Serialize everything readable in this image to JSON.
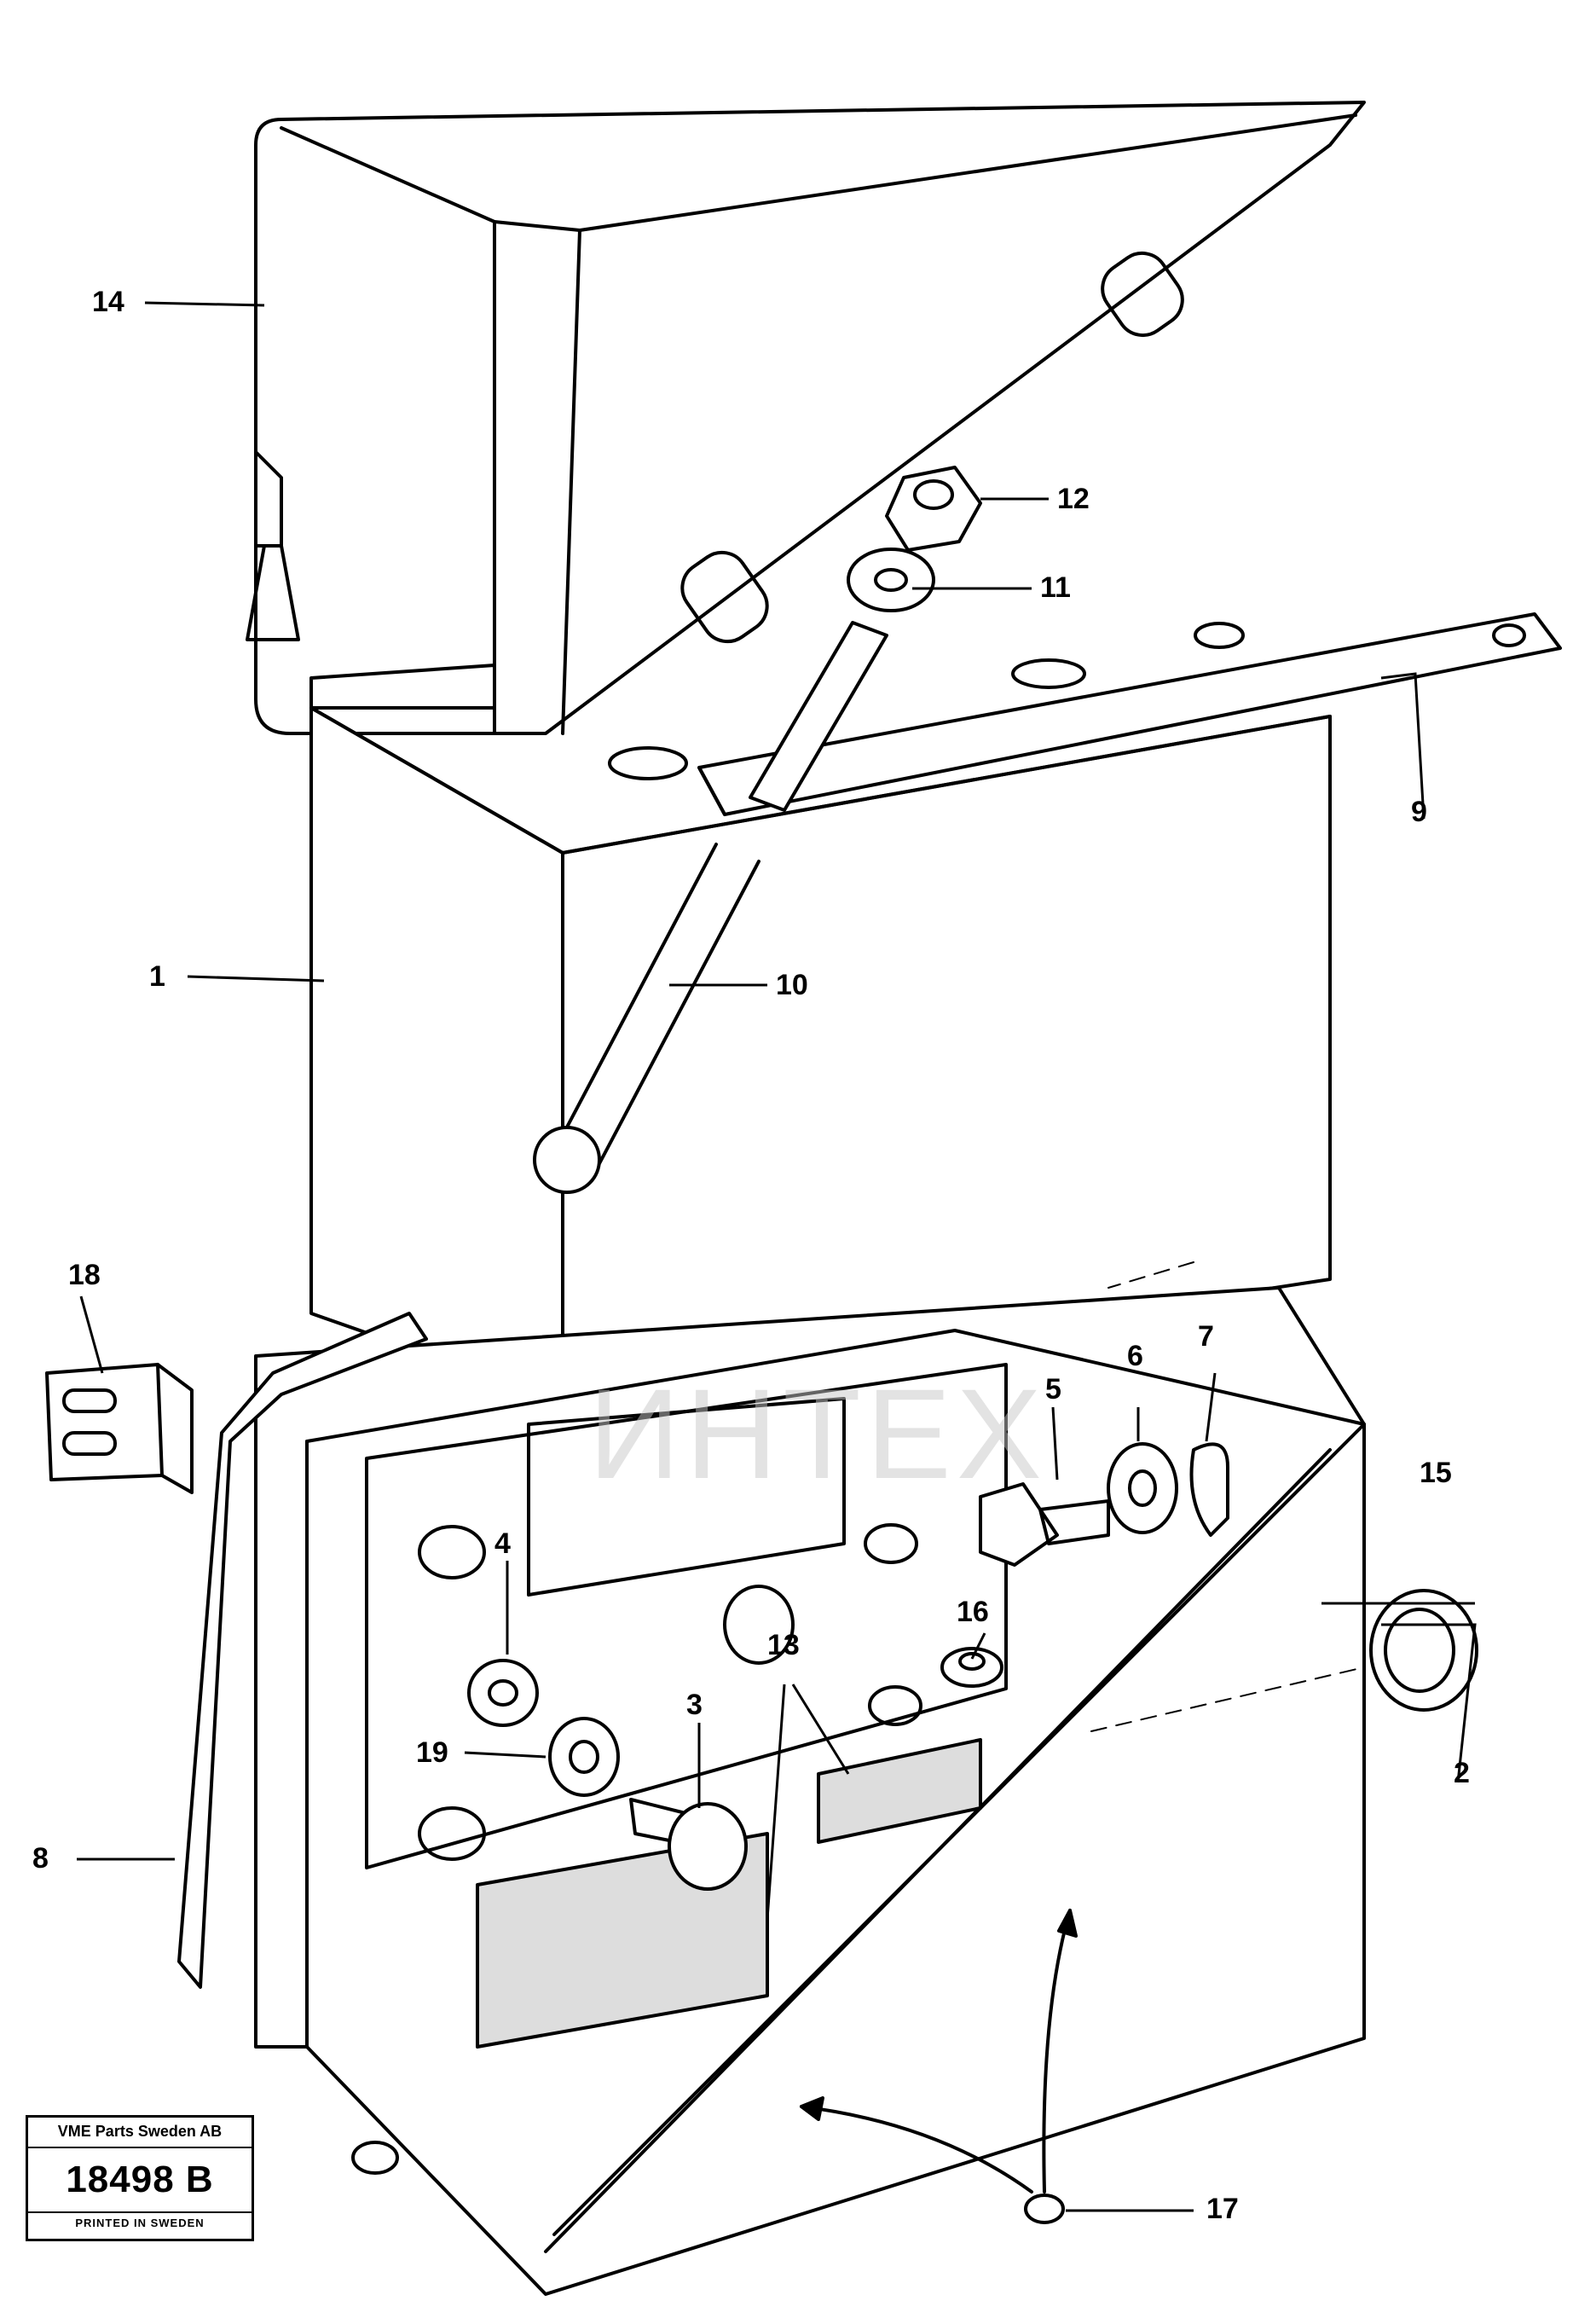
{
  "diagram": {
    "callouts": [
      {
        "id": "c1",
        "text": "1"
      },
      {
        "id": "c2",
        "text": "2"
      },
      {
        "id": "c3",
        "text": "3"
      },
      {
        "id": "c4",
        "text": "4"
      },
      {
        "id": "c5",
        "text": "5"
      },
      {
        "id": "c6",
        "text": "6"
      },
      {
        "id": "c7",
        "text": "7"
      },
      {
        "id": "c8",
        "text": "8"
      },
      {
        "id": "c9",
        "text": "9"
      },
      {
        "id": "c10",
        "text": "10"
      },
      {
        "id": "c11",
        "text": "11"
      },
      {
        "id": "c12",
        "text": "12"
      },
      {
        "id": "c13",
        "text": "13"
      },
      {
        "id": "c14",
        "text": "14"
      },
      {
        "id": "c15",
        "text": "15"
      },
      {
        "id": "c16",
        "text": "16"
      },
      {
        "id": "c17",
        "text": "17"
      },
      {
        "id": "c18",
        "text": "18"
      },
      {
        "id": "c19",
        "text": "19"
      }
    ]
  },
  "stamp": {
    "company": "VME Parts Sweden AB",
    "code": "18498 B",
    "printed": "PRINTED IN SWEDEN"
  },
  "watermark": {
    "text": "ИНТЕХ",
    "color": "#e8202a"
  }
}
